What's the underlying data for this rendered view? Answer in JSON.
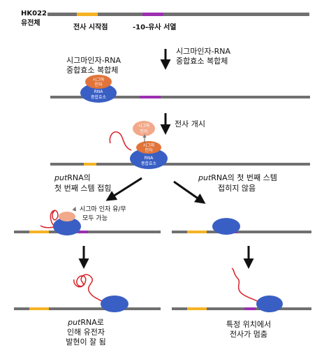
{
  "genome": {
    "name_line1": "HK022",
    "name_line2": "유전체",
    "start_site_label": "전사 시작점",
    "minus10_label": "-10-유사 서열"
  },
  "colors": {
    "dna": "#707070",
    "start_site": "#f5b324",
    "minus10": "#9c2fb0",
    "sigma": "#e0743a",
    "sigma_light": "#f2a98a",
    "polymerase": "#3a5fc4",
    "rna": "#d8232a",
    "arrow": "#111111"
  },
  "steps": {
    "complex_line1": "시그마인자-RNA",
    "complex_line2": "중합효소 복합체",
    "initiation": "전사 개시",
    "fold_line1_italic": "put",
    "fold_line1_rest": "RNA의",
    "fold_line2": "첫 번째 스템 접힘",
    "nofold_line1_italic": "put",
    "nofold_line1_rest": "RNA의 첫 번째 스템",
    "nofold_line2": "접히지 않음",
    "sigma_note_line1": "시그마 인자 유/무",
    "sigma_note_line2": "모두 가능",
    "result_left_line1_italic": "put",
    "result_left_line1_rest": "RNA로",
    "result_left_line2": "인해 유전자",
    "result_left_line3": "발현이 잘 됨",
    "result_right_line1": "특정 위치에서",
    "result_right_line2": "전사가 멈춤"
  },
  "molecules": {
    "sigma_label_line1": "시그마",
    "sigma_label_line2": "인자",
    "rnap_label_line1": "RNA",
    "rnap_label_line2": "중합효소"
  }
}
